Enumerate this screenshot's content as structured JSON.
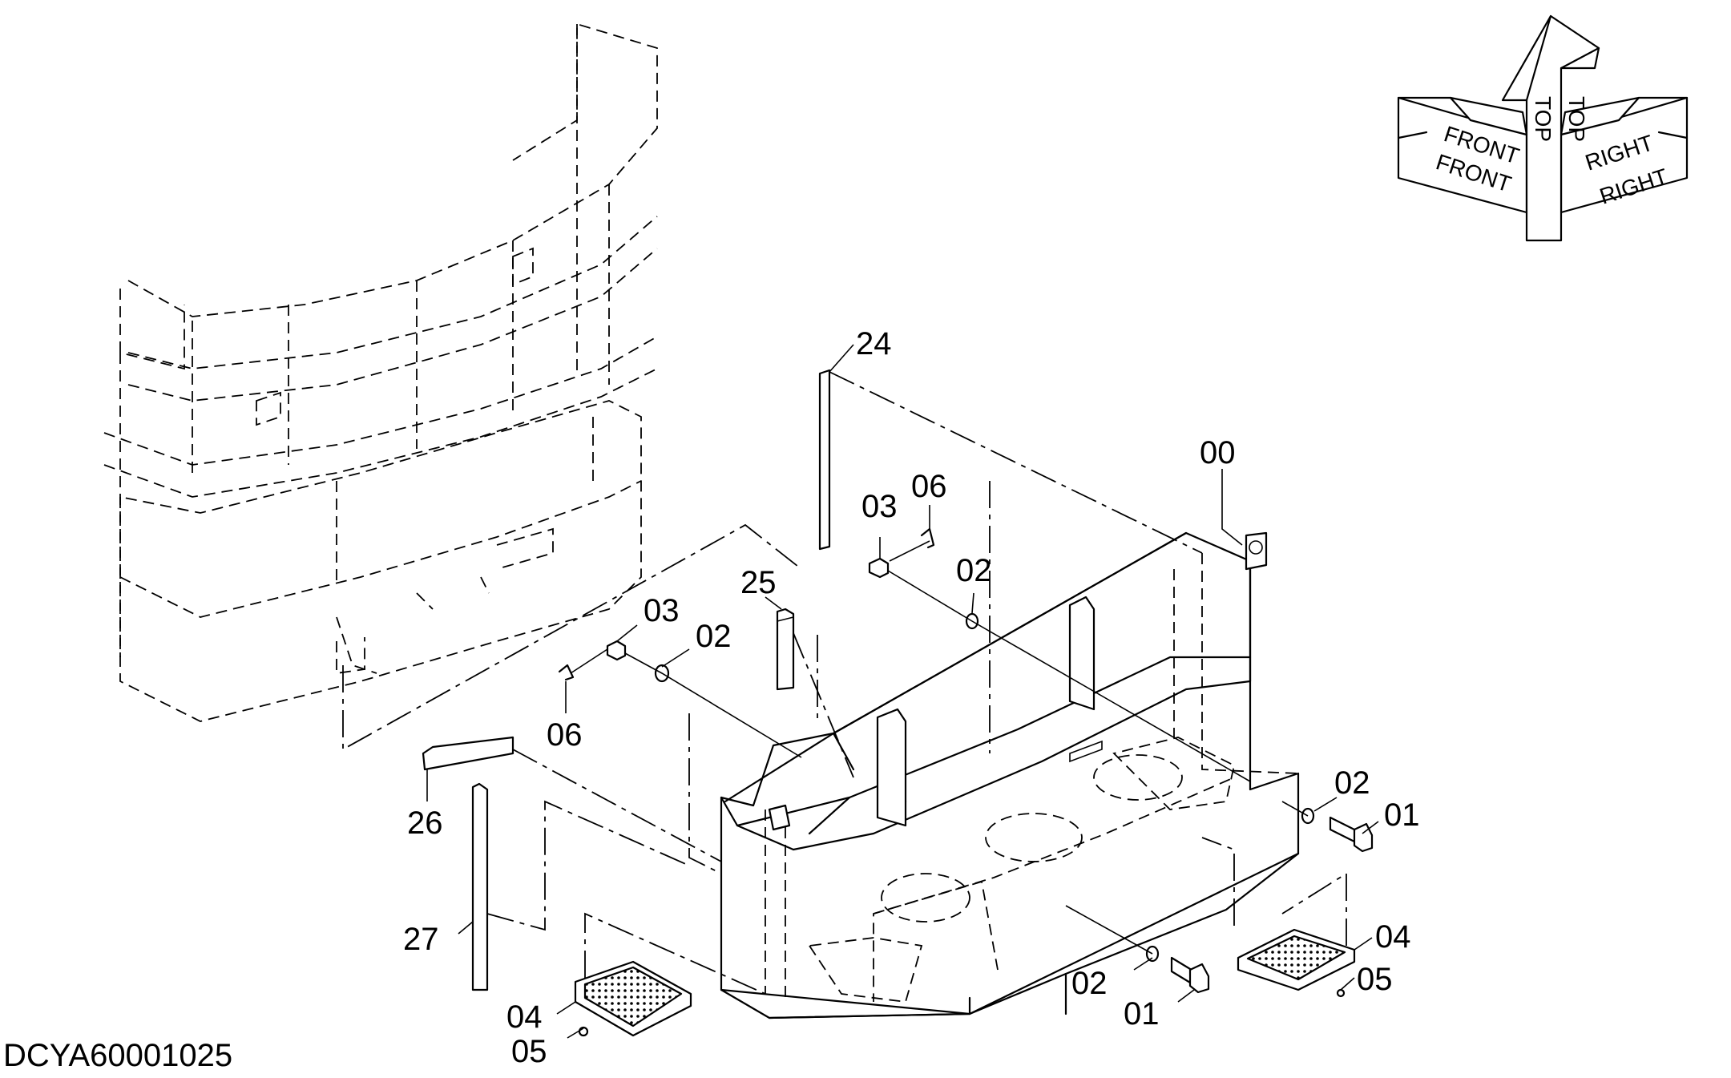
{
  "drawing_code": "DCYA60001025",
  "orientation": {
    "front": "FRONT",
    "top": "TOP",
    "right": "RIGHT"
  },
  "callouts": {
    "c00": "00",
    "c24": "24",
    "c06a": "06",
    "c03a": "03",
    "c02a": "02",
    "c25": "25",
    "c03b": "03",
    "c02b": "02",
    "c06b": "06",
    "c26": "26",
    "c27": "27",
    "c02c": "02",
    "c01a": "01",
    "c04a": "04",
    "c05a": "05",
    "c02d": "02",
    "c01b": "01",
    "c04b": "04",
    "c05b": "05"
  }
}
